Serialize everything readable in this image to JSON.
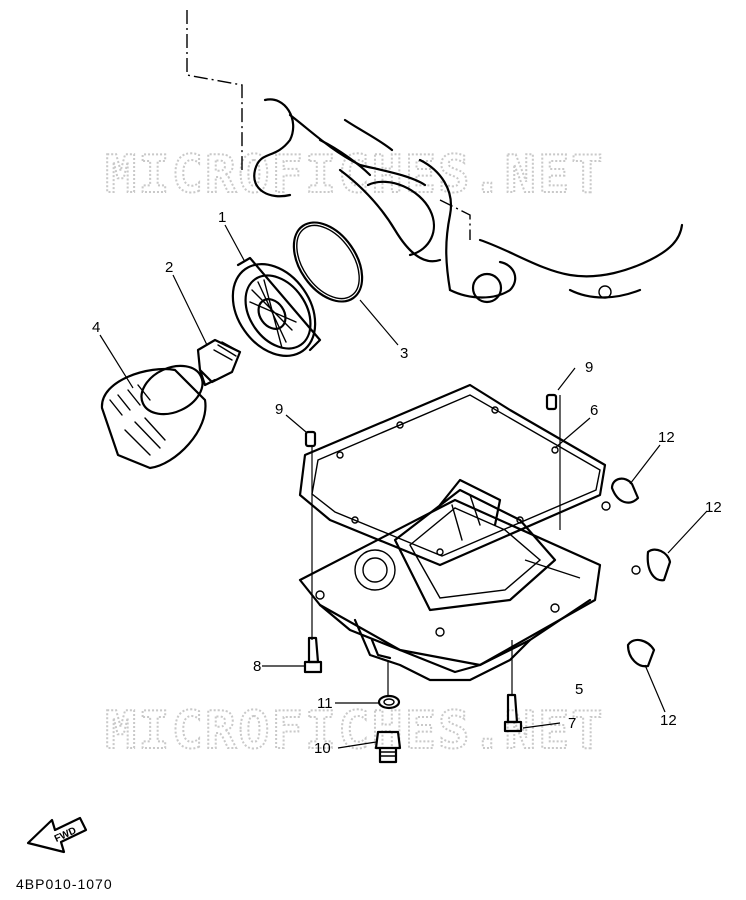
{
  "diagram": {
    "watermark_top": "MICROFICHES.NET",
    "watermark_bottom": "MICROFICHES.NET",
    "part_code": "4BP010-1070",
    "fwd_label": "FWD"
  },
  "callouts": [
    {
      "key": "1",
      "label": "1"
    },
    {
      "key": "2",
      "label": "2"
    },
    {
      "key": "3",
      "label": "3"
    },
    {
      "key": "4",
      "label": "4"
    },
    {
      "key": "5",
      "label": "5"
    },
    {
      "key": "6",
      "label": "6"
    },
    {
      "key": "7",
      "label": "7"
    },
    {
      "key": "8",
      "label": "8"
    },
    {
      "key": "9a",
      "label": "9"
    },
    {
      "key": "9b",
      "label": "9"
    },
    {
      "key": "10",
      "label": "10"
    },
    {
      "key": "11",
      "label": "11"
    },
    {
      "key": "12a",
      "label": "12"
    },
    {
      "key": "12b",
      "label": "12"
    },
    {
      "key": "12c",
      "label": "12"
    }
  ]
}
